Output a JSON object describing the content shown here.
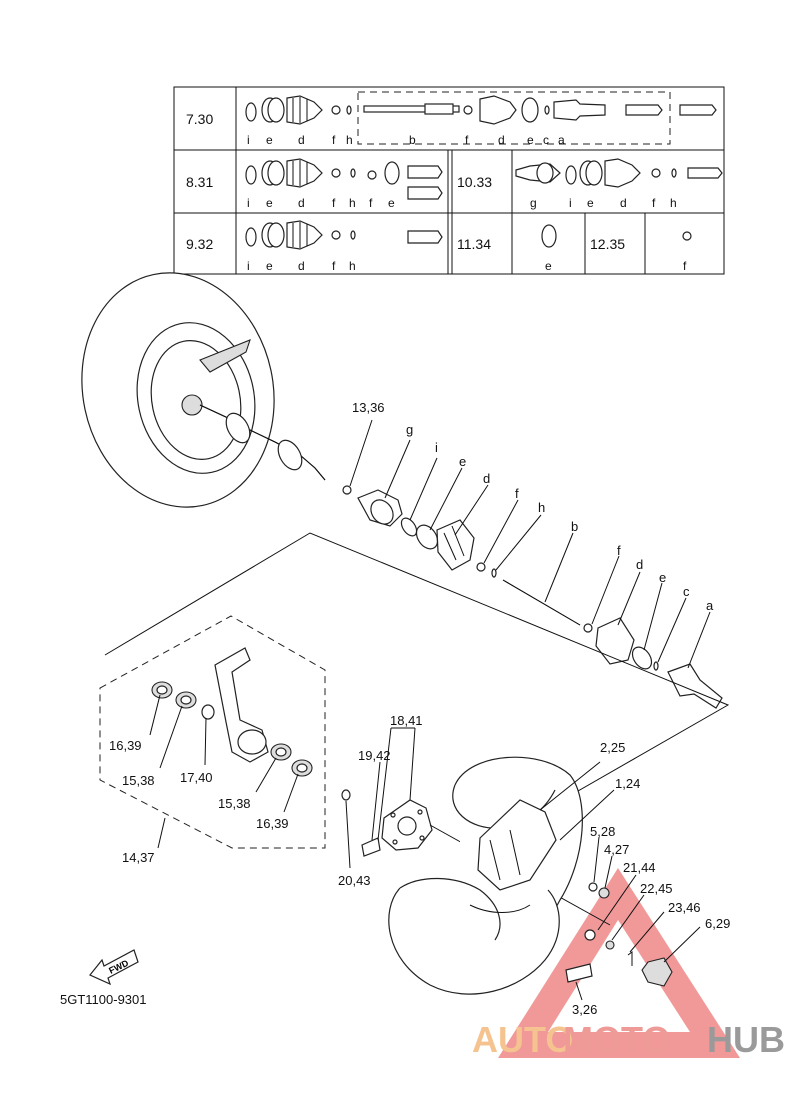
{
  "diagram_code": "5GT1100-9301",
  "fwd_label": "FWD",
  "watermark": {
    "part1": "AUTO",
    "part2": "MOTO",
    "part3": "HUB",
    "colors": {
      "auto": "#f5c38f",
      "moto": "#ee9a97",
      "hub": "#9a9a9a",
      "triangle": "#f08e8e"
    }
  },
  "table": {
    "row1": {
      "model": "7.30",
      "letters": [
        "i",
        "e",
        "d",
        "f",
        "h",
        "b",
        "f",
        "d",
        "e",
        "c",
        "a"
      ]
    },
    "row2": {
      "model": "8.31",
      "letters": [
        "i",
        "e",
        "d",
        "f",
        "h",
        "f",
        "e"
      ],
      "model2": "10.33",
      "letters2": [
        "g",
        "i",
        "e",
        "d",
        "f",
        "h"
      ]
    },
    "row3": {
      "model": "9.32",
      "letters": [
        "i",
        "e",
        "d",
        "f",
        "h"
      ],
      "model2": "11.34",
      "letters2": [
        "e"
      ],
      "model3": "12.35",
      "letters3": [
        "f"
      ]
    }
  },
  "callouts": {
    "c13_36": "13,36",
    "g": "g",
    "i": "i",
    "e": "e",
    "d": "d",
    "f": "f",
    "h": "h",
    "b": "b",
    "f2": "f",
    "d2": "d",
    "e2": "e",
    "c": "c",
    "a": "a",
    "c16_39a": "16,39",
    "c15_38a": "15,38",
    "c17_40": "17,40",
    "c15_38b": "15,38",
    "c16_39b": "16,39",
    "c14_37": "14,37",
    "c18_41": "18,41",
    "c19_42": "19,42",
    "c20_43": "20,43",
    "c2_25": "2,25",
    "c1_24": "1,24",
    "c5_28": "5,28",
    "c4_27": "4,27",
    "c21_44": "21,44",
    "c22_45": "22,45",
    "c23_46": "23,46",
    "c6_29": "6,29",
    "c3_26": "3,26"
  }
}
